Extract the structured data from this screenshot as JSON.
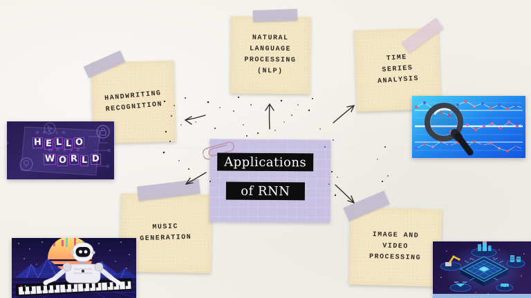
{
  "slide": {
    "title": {
      "line1": "Applications",
      "line2": "of RNN"
    },
    "colors": {
      "paper_bg": "#f2efe9",
      "card_lavender": "#c8c1e3",
      "note_cream": "#f4e6c4",
      "title_bar": "#0d0d0d",
      "title_text": "#ffffff",
      "ink": "#2e2a26",
      "tape_gray": "#bfb9ce",
      "tape_pink": "#e0ccd6"
    }
  },
  "notes": {
    "handwriting": {
      "label": "HANDWRITING\nRECOGNITION"
    },
    "nlp": {
      "label": "NATURAL\nLANGUAGE\nPROCESSING\n(NLP)"
    },
    "time_series": {
      "label": "TIME\nSERIES\nANALYSIS"
    },
    "music": {
      "label": "MUSIC\nGENERATION"
    },
    "image_video": {
      "label": "IMAGE AND\nVIDEO\nPROCESSING"
    }
  },
  "images": {
    "hello_world": {
      "word1": "HELLO",
      "word2": "WORLD"
    }
  }
}
